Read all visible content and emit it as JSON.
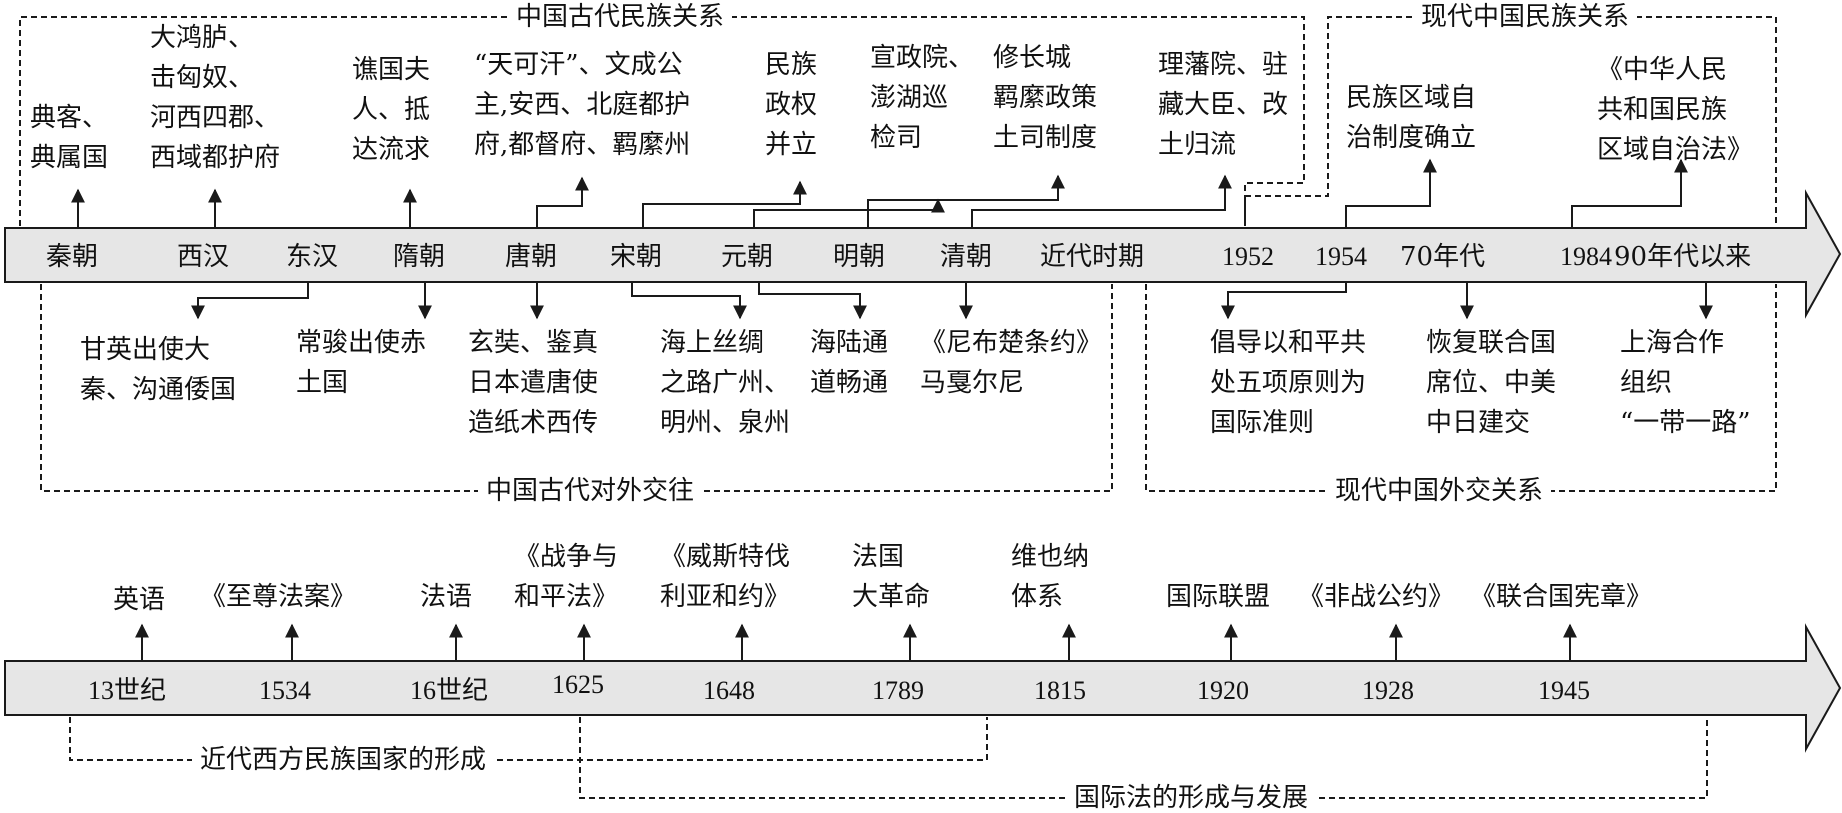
{
  "frames": {
    "ancient_ethnic": "中国古代民族关系",
    "modern_ethnic": "现代中国民族关系",
    "ancient_foreign": "中国古代对外交往",
    "modern_foreign": "现代中国外交关系",
    "western_nation": "近代西方民族国家的形成",
    "intl_law": "国际法的形成与发展"
  },
  "timeline1": {
    "periods": [
      "秦朝",
      "西汉",
      "东汉",
      "隋朝",
      "唐朝",
      "宋朝",
      "元朝",
      "明朝",
      "清朝",
      "近代时期",
      "1952",
      "1954",
      "70年代",
      "1984",
      "90年代以来"
    ],
    "above": [
      "典客、\n典属国",
      "大鸿胪、\n击匈奴、\n河西四郡、\n西域都护府",
      "谯国夫\n人、抵\n达流求",
      "“天可汗”、文成公\n主,安西、北庭都护\n府,都督府、羁縻州",
      "民族\n政权\n并立",
      "宣政院、\n澎湖巡\n检司",
      "修长城\n羁縻政策\n土司制度",
      "理藩院、驻\n藏大臣、改\n土归流",
      "民族区域自\n治制度确立",
      "《中华人民\n共和国民族\n区域自治法》"
    ],
    "below": [
      "甘英出使大\n秦、沟通倭国",
      "常骏出使赤\n土国",
      "玄奘、鉴真\n日本遣唐使\n造纸术西传",
      "海上丝绸\n之路广州、\n明州、泉州",
      "海陆通\n道畅通",
      "《尼布楚条约》\n马戛尔尼",
      "倡导以和平共\n处五项原则为\n国际准则",
      "恢复联合国\n席位、中美\n中日建交",
      "上海合作\n组织\n“一带一路”"
    ]
  },
  "timeline2": {
    "periods": [
      "13世纪",
      "1534",
      "16世纪",
      "1625",
      "1648",
      "1789",
      "1815",
      "1920",
      "1928",
      "1945"
    ],
    "above": [
      "英语",
      "《至尊法案》",
      "法语",
      "《战争与\n和平法》",
      "《威斯特伐\n利亚和约》",
      "法国\n大革命",
      "维也纳\n体系",
      "国际联盟",
      "《非战公约》",
      "《联合国宪章》"
    ]
  },
  "colors": {
    "band_fill": "#e6e6e6",
    "line": "#1a1a1a",
    "text": "#111111"
  }
}
